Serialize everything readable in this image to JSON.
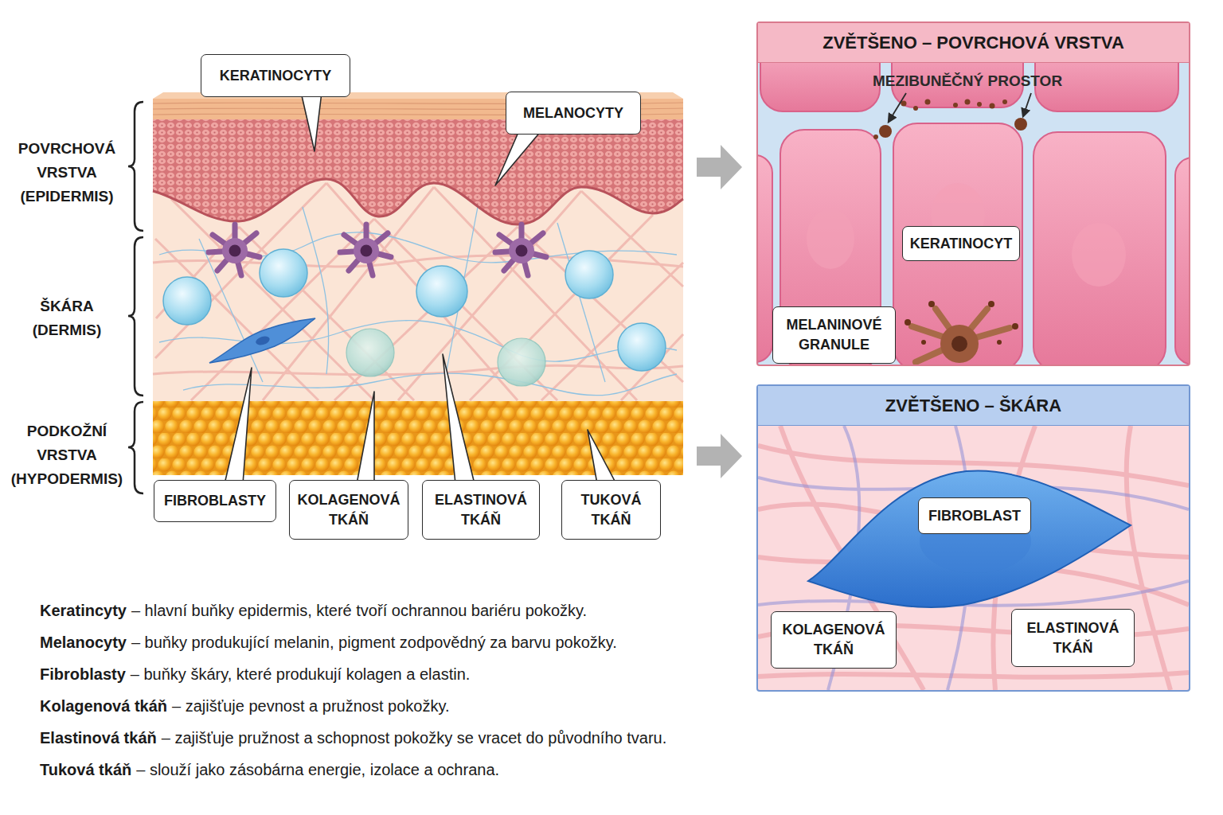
{
  "diagram": {
    "nodes": [
      {
        "text": [
          "KERATINOCYTY"
        ]
      },
      {
        "text": [
          "MELANOCYTY"
        ]
      },
      {
        "text": [
          "ZVĚTŠENO – POVRCHOVÁ VRSTVA"
        ]
      },
      {
        "text": [
          "KERATINOCYT"
        ],
        "in": 2
      },
      {
        "text": [
          "MELANINOVÉ GRANULE"
        ],
        "in": 2
      },
      {
        "text": [
          "FIBROBLASTY"
        ]
      },
      {
        "text": [
          "KOLAGENOVÁ TKÁŇ"
        ]
      },
      {
        "text": [
          "ELASTINOVÁ TKÁŇ"
        ]
      },
      {
        "text": [
          "TUKOVÁ TKÁŇ"
        ]
      },
      {
        "text": [
          "ZVĚTŠENO – ŠKÁRA"
        ]
      },
      {
        "text": [
          "FIBROBLAST"
        ],
        "in": 9
      },
      {
        "text": [
          "KOLAGENOVÁ TKÁŇ"
        ],
        "in": 9
      },
      {
        "text": [
          "ELASTINOVÁ TKÁŇ"
        ],
        "in": 9
      }
    ],
    "labels": [
      "POVRCHOVÁ VRSTVA (EPIDERMIS)",
      "ŠKÁRA (DERMIS)",
      "PODKOŽNÍ VRSTVA (HYPODERMIS)",
      "MEZIBUNĚČNÝ PROSTOR",
      "Keratincyty",
      "– hlavní buňky epidermis, které tvoří ochrannou bariéru pokožky.",
      "Melanocyty",
      "– buňky produkující melanin, pigment zodpovědný za barvu pokožky.",
      "Fibroblasty",
      "– buňky škáry, které produkují kolagen a elastin.",
      "Kolagenová tkáň",
      "– zajišťuje pevnost a pružnost pokožky.",
      "Elastinová tkáň",
      "– zajišťuje pružnost a schopnost pokožky se vracet do původního tvaru.",
      "Tuková tkáň",
      "– slouží jako zásobárna energie, izolace a ochrana."
    ]
  }
}
